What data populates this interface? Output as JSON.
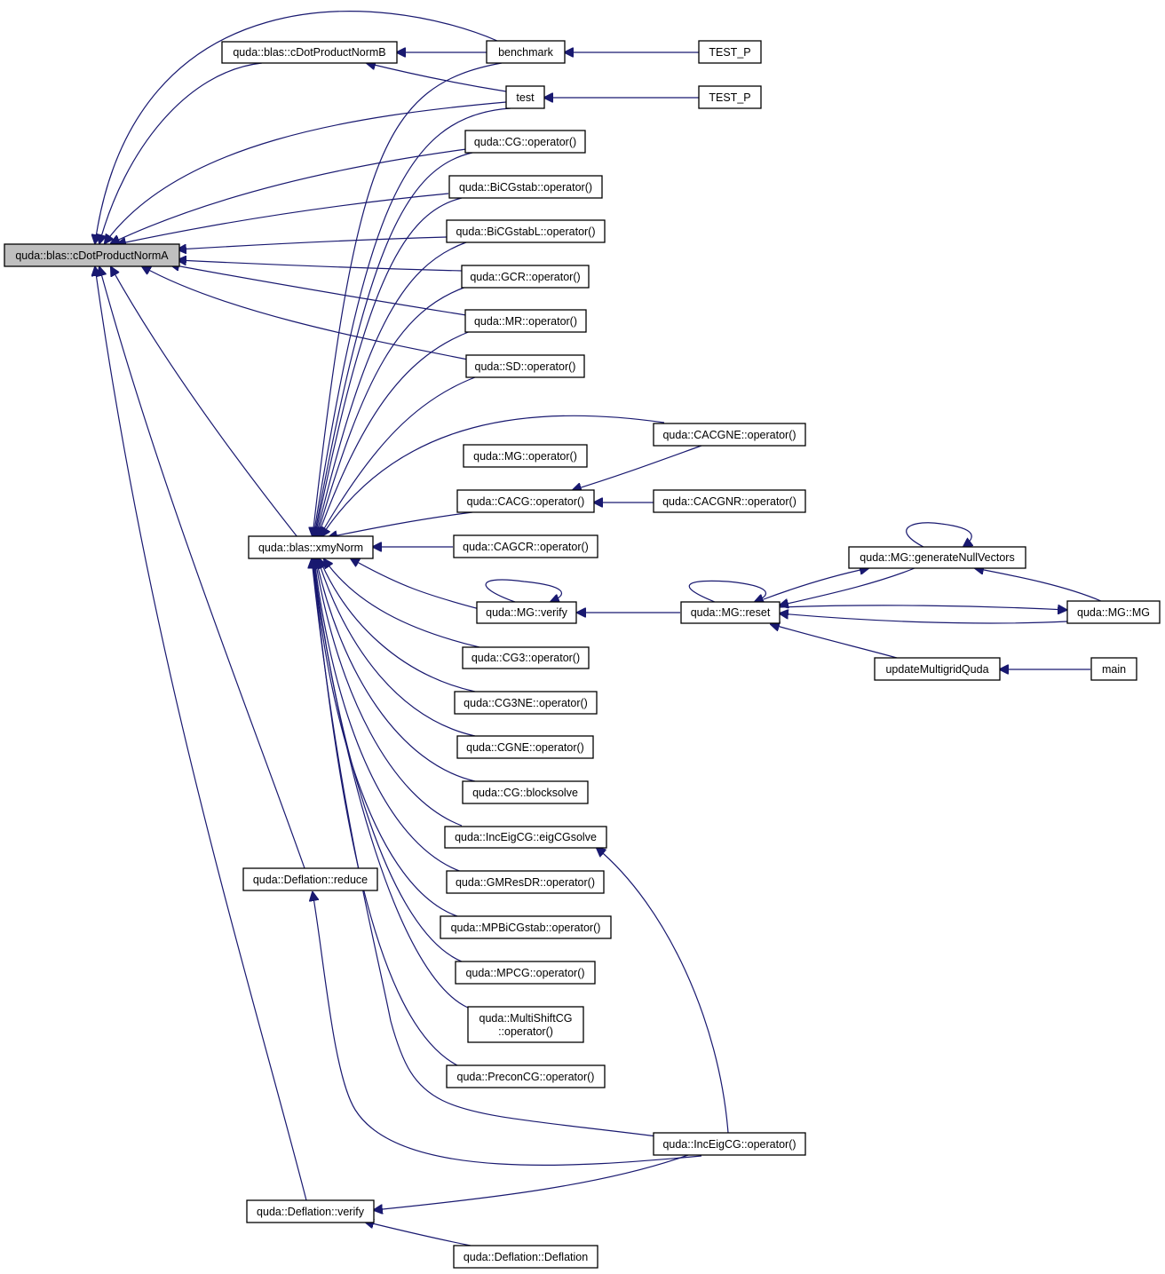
{
  "nodes": {
    "root": {
      "label": "quda::blas::cDotProductNormA"
    },
    "cdpnB": {
      "label": "quda::blas::cDotProductNormB"
    },
    "benchmark": {
      "label": "benchmark"
    },
    "test": {
      "label": "test"
    },
    "testp1": {
      "label": "TEST_P"
    },
    "testp2": {
      "label": "TEST_P"
    },
    "cg": {
      "label": "quda::CG::operator()"
    },
    "bicgstab": {
      "label": "quda::BiCGstab::operator()"
    },
    "bicgstabl": {
      "label": "quda::BiCGstabL::operator()"
    },
    "gcr": {
      "label": "quda::GCR::operator()"
    },
    "mr": {
      "label": "quda::MR::operator()"
    },
    "sd": {
      "label": "quda::SD::operator()"
    },
    "cacgne": {
      "label": "quda::CACGNE::operator()"
    },
    "mgop": {
      "label": "quda::MG::operator()"
    },
    "cacg": {
      "label": "quda::CACG::operator()"
    },
    "cacgnr": {
      "label": "quda::CACGNR::operator()"
    },
    "xmynorm": {
      "label": "quda::blas::xmyNorm"
    },
    "cagcr": {
      "label": "quda::CAGCR::operator()"
    },
    "mggen": {
      "label": "quda::MG::generateNullVectors"
    },
    "mgverify": {
      "label": "quda::MG::verify"
    },
    "mgreset": {
      "label": "quda::MG::reset"
    },
    "mgmg": {
      "label": "quda::MG::MG"
    },
    "updmg": {
      "label": "updateMultigridQuda"
    },
    "main": {
      "label": "main"
    },
    "cg3": {
      "label": "quda::CG3::operator()"
    },
    "cg3ne": {
      "label": "quda::CG3NE::operator()"
    },
    "cgne": {
      "label": "quda::CGNE::operator()"
    },
    "cgblock": {
      "label": "quda::CG::blocksolve"
    },
    "inceigsolve": {
      "label": "quda::IncEigCG::eigCGsolve"
    },
    "defreduce": {
      "label": "quda::Deflation::reduce"
    },
    "gmresdr": {
      "label": "quda::GMResDR::operator()"
    },
    "mpbicg": {
      "label": "quda::MPBiCGstab::operator()"
    },
    "mpcg": {
      "label": "quda::MPCG::operator()"
    },
    "multishift": {
      "label1": "quda::MultiShiftCG",
      "label2": "::operator()"
    },
    "precon": {
      "label": "quda::PreconCG::operator()"
    },
    "inceigop": {
      "label": "quda::IncEigCG::operator()"
    },
    "defverify": {
      "label": "quda::Deflation::verify"
    },
    "defdef": {
      "label": "quda::Deflation::Deflation"
    }
  },
  "colors": {
    "edge": "#191970",
    "root_fill": "#bfbfbf",
    "node_fill": "#ffffff",
    "node_stroke": "#000000"
  }
}
